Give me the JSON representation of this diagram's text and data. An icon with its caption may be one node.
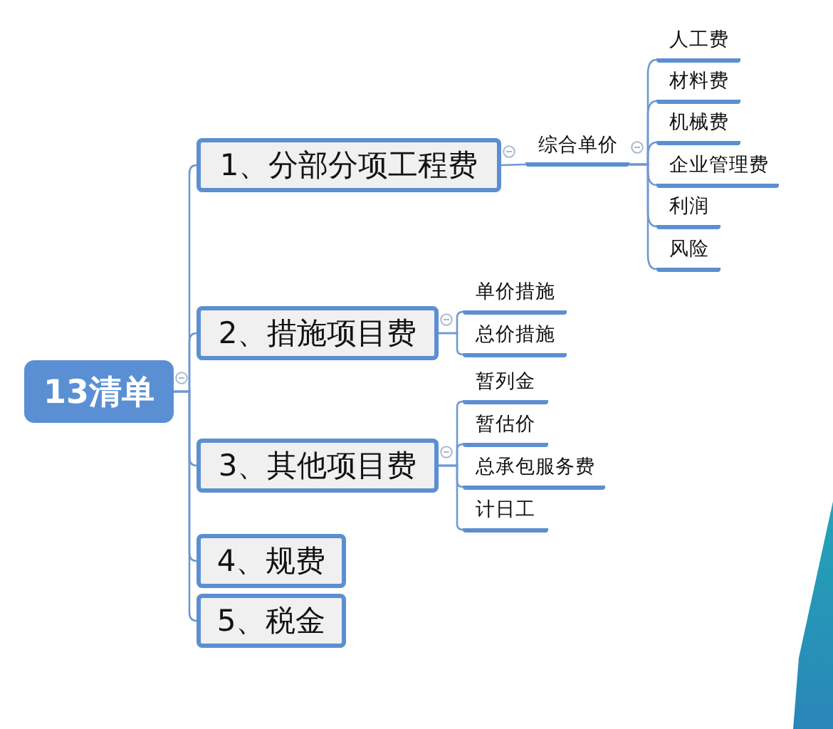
{
  "diagram": {
    "nodes": [
      {
        "text": [
          "13清单"
        ]
      },
      {
        "text": [
          "1、分部分项工程费"
        ]
      },
      {
        "text": [
          "2、措施项目费"
        ]
      },
      {
        "text": [
          "3、其他项目费"
        ]
      },
      {
        "text": [
          "4、规费"
        ]
      },
      {
        "text": [
          "5、税金"
        ]
      },
      {
        "text": [
          "综合单价"
        ]
      },
      {
        "text": [
          "人工费"
        ]
      },
      {
        "text": [
          "材料费"
        ]
      },
      {
        "text": [
          "机械费"
        ]
      },
      {
        "text": [
          "企业管理费"
        ]
      },
      {
        "text": [
          "利润"
        ]
      },
      {
        "text": [
          "风险"
        ]
      },
      {
        "text": [
          "单价措施"
        ]
      },
      {
        "text": [
          "总价措施"
        ]
      },
      {
        "text": [
          "暂列金"
        ]
      },
      {
        "text": [
          "暂估价"
        ]
      },
      {
        "text": [
          "总承包服务费"
        ]
      },
      {
        "text": [
          "计日工"
        ]
      }
    ],
    "edges": [
      {
        "from": 0,
        "to": 1,
        "arrow": "none"
      },
      {
        "from": 0,
        "to": 2,
        "arrow": "none"
      },
      {
        "from": 0,
        "to": 3,
        "arrow": "none"
      },
      {
        "from": 0,
        "to": 4,
        "arrow": "none"
      },
      {
        "from": 0,
        "to": 5,
        "arrow": "none"
      },
      {
        "from": 1,
        "to": 6,
        "arrow": "none"
      },
      {
        "from": 6,
        "to": 7,
        "arrow": "none"
      },
      {
        "from": 6,
        "to": 8,
        "arrow": "none"
      },
      {
        "from": 6,
        "to": 9,
        "arrow": "none"
      },
      {
        "from": 6,
        "to": 10,
        "arrow": "none"
      },
      {
        "from": 6,
        "to": 11,
        "arrow": "none"
      },
      {
        "from": 6,
        "to": 12,
        "arrow": "none"
      },
      {
        "from": 2,
        "to": 13,
        "arrow": "none"
      },
      {
        "from": 2,
        "to": 14,
        "arrow": "none"
      },
      {
        "from": 3,
        "to": 15,
        "arrow": "none"
      },
      {
        "from": 3,
        "to": 16,
        "arrow": "none"
      },
      {
        "from": 3,
        "to": 17,
        "arrow": "none"
      },
      {
        "from": 3,
        "to": 18,
        "arrow": "none"
      }
    ]
  }
}
